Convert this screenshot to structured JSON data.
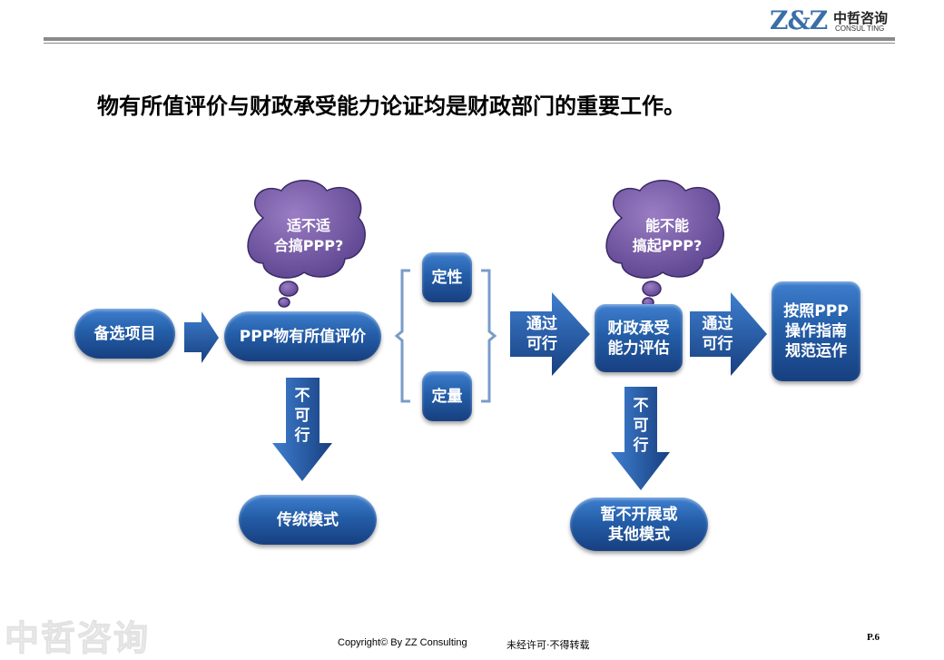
{
  "header": {
    "logo_mark": "Z&Z",
    "logo_cn": "中哲咨询",
    "logo_en": "CONSUL TING"
  },
  "title": "物有所值评价与财政承受能力论证均是财政部门的重要工作。",
  "diagram": {
    "candidate": "备选项目",
    "vfm": "PPP物有所值评价",
    "cloud1": [
      "适不适",
      "合搞PPP?"
    ],
    "qualitative": "定性",
    "quantitative": "定量",
    "pass1": [
      "通过",
      "可行"
    ],
    "fiscal": [
      "财政承受",
      "能力评估"
    ],
    "cloud2": [
      "能不能",
      "搞起PPP?"
    ],
    "pass2": [
      "通过",
      "可行"
    ],
    "guide": [
      "按照PPP",
      "操作指南",
      "规范运作"
    ],
    "notfeasible1": [
      "不",
      "可",
      "行"
    ],
    "traditional": "传统模式",
    "notfeasible2": [
      "不",
      "可",
      "行"
    ],
    "postpone": [
      "暂不开展或",
      "其他模式"
    ]
  },
  "footer": {
    "watermark": "中哲咨询",
    "copyright": "Copyright© By  ZZ Consulting",
    "notice": "未经许可·不得转载",
    "page": "P.6"
  },
  "colors": {
    "blue_dark": "#173f80",
    "blue_light": "#3f7fcf",
    "cloud": "#7b5ea7"
  }
}
